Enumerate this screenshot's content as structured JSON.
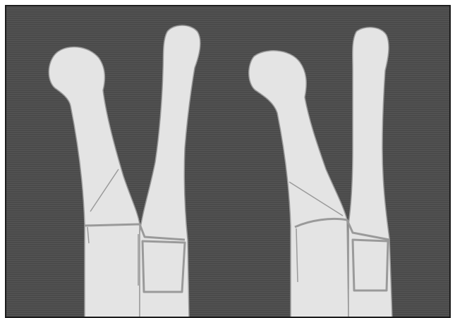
{
  "figure": {
    "type": "schematic illustration",
    "text_labels": [],
    "colors": {
      "background": "#4a4a4a",
      "bone_fill": "#e4e4e4",
      "bone_outline": "#9a9a9a",
      "frame_border": "#1c1c1c",
      "page": "#ffffff"
    },
    "panels": [
      {
        "id": "left",
        "bones": [
          "curved-bone",
          "straight-bone"
        ],
        "joint-line": "present"
      },
      {
        "id": "right",
        "bones": [
          "curved-bone",
          "straight-bone"
        ],
        "joint-line": "present"
      }
    ]
  }
}
